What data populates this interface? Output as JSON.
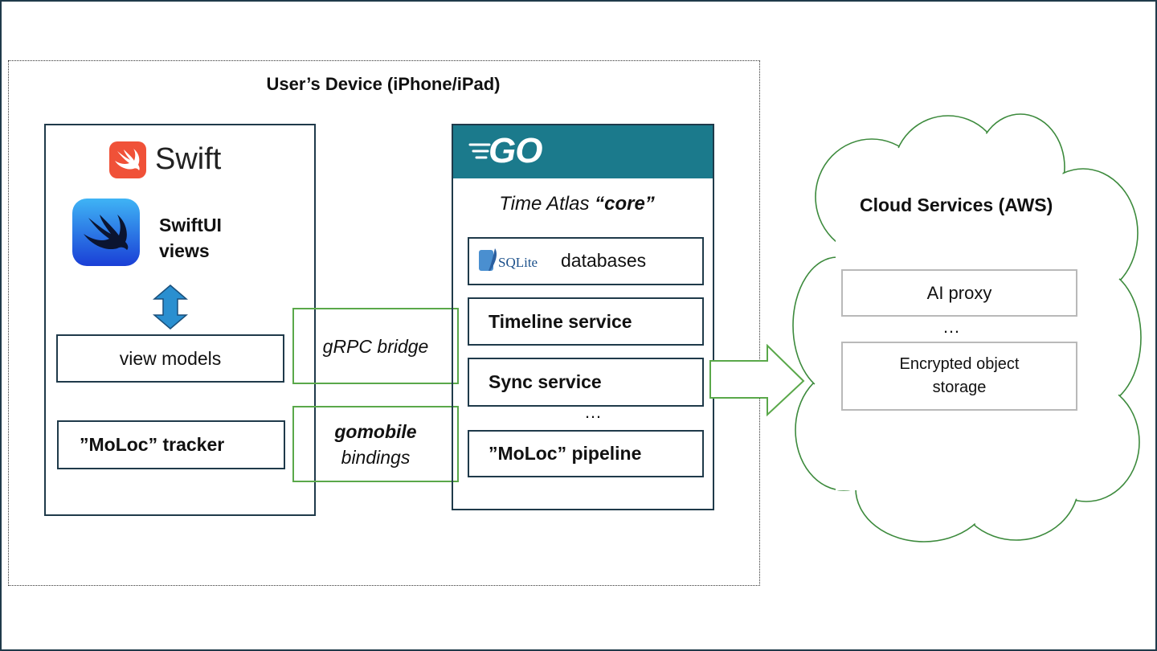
{
  "device": {
    "title": "User’s Device (iPhone/iPad)"
  },
  "swift": {
    "logo_text": "Swift",
    "swiftui_line1": "SwiftUI",
    "swiftui_line2": "views",
    "view_models": "view models",
    "tracker": "”MoLoc” tracker"
  },
  "bridges": {
    "grpc": "gRPC bridge",
    "gomobile_bold": "gomobile",
    "gomobile_rest": "bindings"
  },
  "go": {
    "logo_text": "GO",
    "core_prefix": "Time Atlas ",
    "core_bold": "“core”",
    "sqlite_text": "SQLite",
    "databases": "databases",
    "timeline": "Timeline service",
    "sync": "Sync service",
    "ellipsis": "…",
    "pipeline": "”MoLoc” pipeline"
  },
  "cloud": {
    "title": "Cloud Services (AWS)",
    "ai_proxy": "AI proxy",
    "ellipsis": "…",
    "storage": "Encrypted object storage"
  },
  "colors": {
    "frame": "#1f3a4a",
    "go_header": "#1b7a8c",
    "green": "#5aa84a",
    "cloud_stroke": "#3c8a3c",
    "swift_orange": "#f05138",
    "grey_border": "#b9b9b9"
  },
  "icons": [
    "swift-logo-icon",
    "swiftui-icon",
    "double-arrow-icon",
    "go-logo-icon",
    "sqlite-feather-icon",
    "right-arrow-icon",
    "cloud-shape"
  ]
}
